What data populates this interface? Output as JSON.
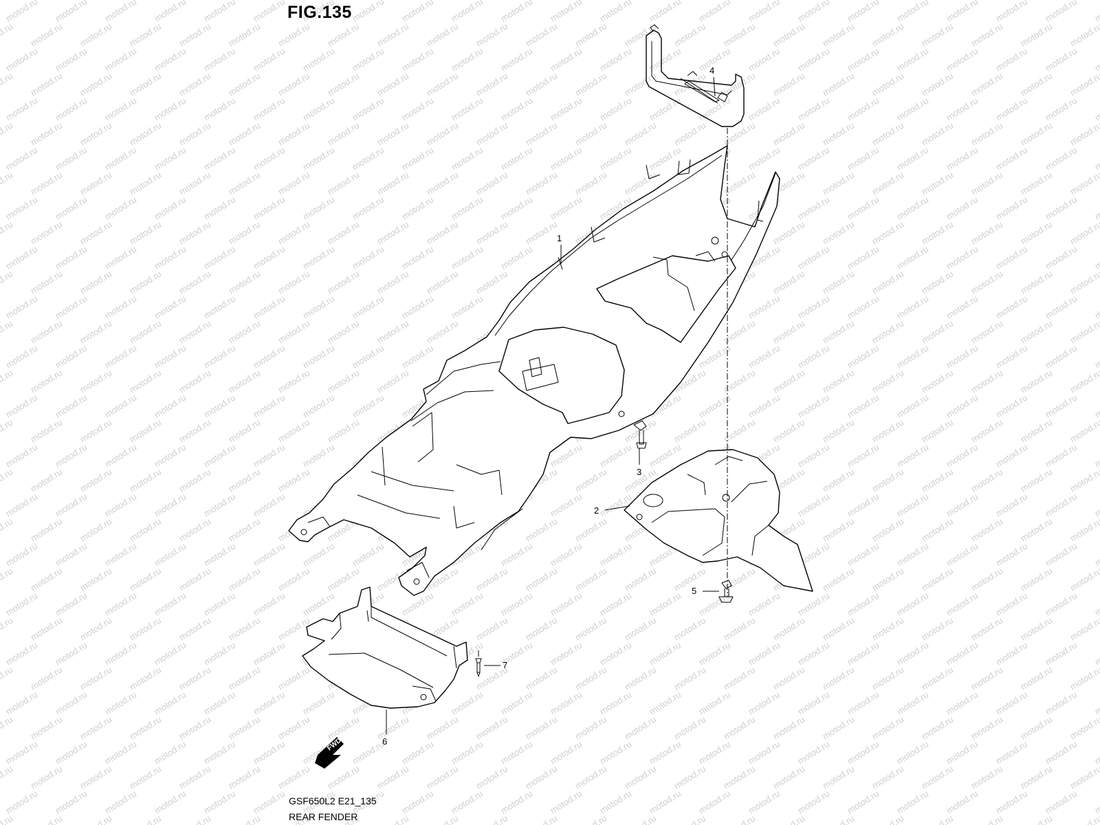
{
  "figure": {
    "title": "FIG.135"
  },
  "footer": {
    "model_code": "GSF650L2 E21_135",
    "section_name": "REAR FENDER"
  },
  "callouts": [
    {
      "id": "part-1",
      "label": "1"
    },
    {
      "id": "part-2",
      "label": "2"
    },
    {
      "id": "part-3",
      "label": "3"
    },
    {
      "id": "part-4",
      "label": "4"
    },
    {
      "id": "part-5",
      "label": "5"
    },
    {
      "id": "part-6",
      "label": "6"
    },
    {
      "id": "part-7",
      "label": "7"
    }
  ],
  "direction_marker": {
    "text": "FWD"
  },
  "watermark": {
    "text": "motod.ru",
    "color": "#cfcfcf"
  }
}
